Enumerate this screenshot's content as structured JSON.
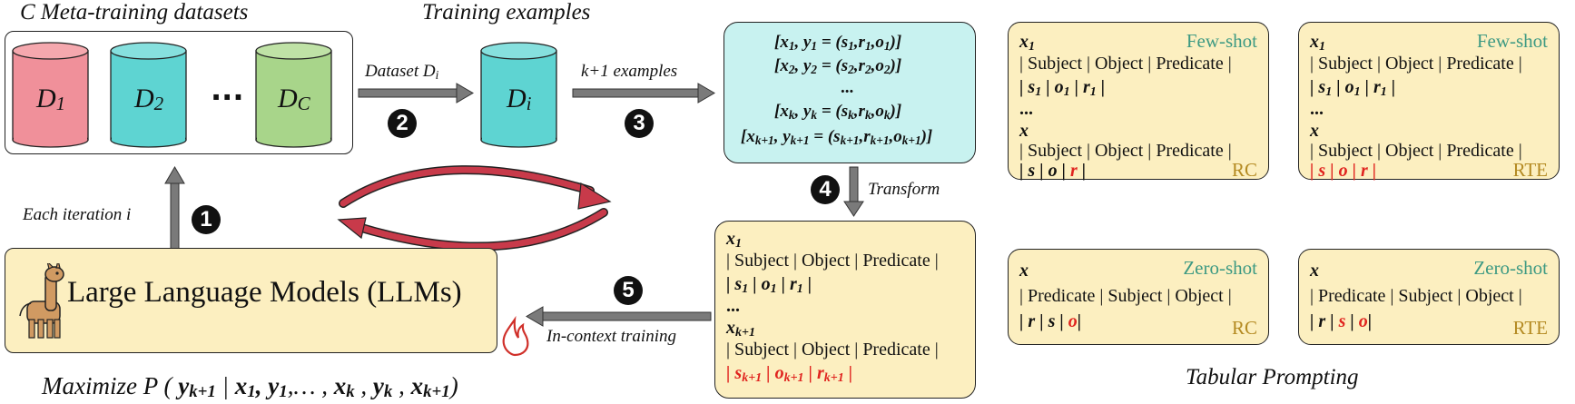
{
  "titles": {
    "meta_datasets": "C Meta-training datasets",
    "training_examples": "Training examples",
    "tabular_prompting": "Tabular Prompting"
  },
  "datasets": {
    "d1": "D",
    "d1_sub": "1",
    "d2": "D",
    "d2_sub": "2",
    "dots": "···",
    "dc": "D",
    "dc_sub": "C",
    "di": "D",
    "di_sub": "i"
  },
  "arrows": {
    "dataset_di": "Dataset D",
    "dataset_di_sub": "i",
    "k_plus_1": "k+1 examples",
    "transform": "Transform",
    "each_iteration": "Each iteration i",
    "in_context": "In-context training"
  },
  "steps": [
    "1",
    "2",
    "3",
    "4",
    "5"
  ],
  "llm": {
    "label": "Large Language Models (LLMs)"
  },
  "objective": "Maximize P ( y_{k+1} | x_1, y_1, ... , x_k, y_k, x_{k+1} )",
  "examples_box": {
    "lines": [
      "[x1, y1 = (s1,r1,o1)]",
      "[x2, y2 = (s2,r2,o2)]",
      "...",
      "[xk, yk = (sk,rk,ok)]",
      "[xk+1, yk+1 = (sk+1,rk+1,ok+1)]"
    ]
  },
  "transform_box": {
    "x1": "x",
    "x1_sub": "1",
    "header": "| Subject | Object | Predicate |",
    "row1": "| s1 | o1 | r1 |",
    "dots": "...",
    "xk1": "x",
    "xk1_sub": "k+1",
    "header2": "| Subject | Object | Predicate |",
    "row2": "| sk+1 | ok+1 | rk+1 |"
  },
  "cards": [
    {
      "mode": "Few-shot",
      "task": "RC",
      "x1": "x",
      "x1_sub": "1",
      "header": "| Subject | Object | Predicate |",
      "row": "| s1 | o1 | r1 |",
      "dots": "...",
      "x": "x",
      "header2": "| Subject | Object | Predicate |",
      "answer": "| s | o | r |"
    },
    {
      "mode": "Few-shot",
      "task": "RTE",
      "x1": "x",
      "x1_sub": "1",
      "header": "| Subject | Object | Predicate |",
      "row": "| s1 | o1 | r1 |",
      "dots": "...",
      "x": "x",
      "header2": "| Subject | Object | Predicate |",
      "answer": "| s | o | r |"
    },
    {
      "mode": "Zero-shot",
      "task": "RC",
      "x": "x",
      "header": "| Predicate | Subject | Object |",
      "answer": "| r | s | o |"
    },
    {
      "mode": "Zero-shot",
      "task": "RTE",
      "x": "x",
      "header": "| Predicate | Subject | Object |",
      "answer": "| r | s | o |"
    }
  ],
  "colors": {
    "d1": "#f0909a",
    "d2": "#5ed4d2",
    "dc": "#a8d58a",
    "di": "#5ed4d2",
    "examples_bg": "#c8f2f0",
    "card_bg": "#fcefc0",
    "red": "#e0241f",
    "green": "#3e9a83",
    "gold": "#b48a22",
    "cycle_arrow": "#c83a4a"
  },
  "icons": [
    "llama-icon",
    "flame-icon"
  ]
}
